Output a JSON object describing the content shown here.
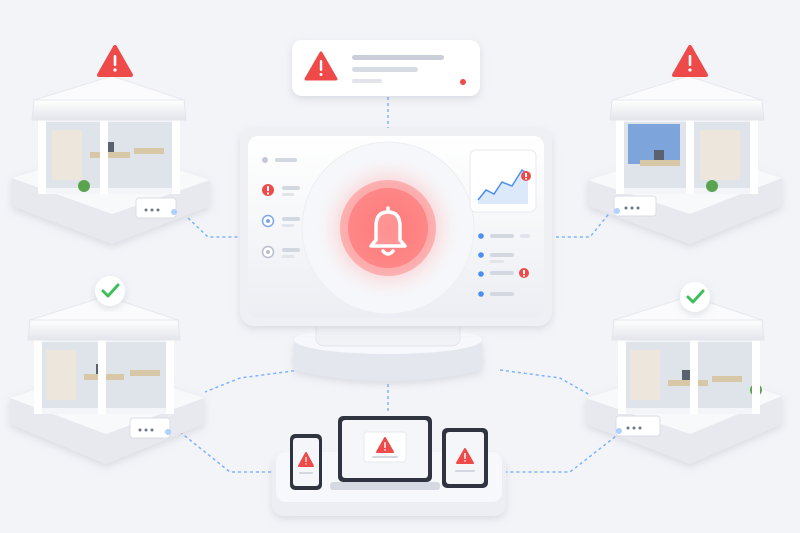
{
  "colors": {
    "background": "#f3f4f8",
    "alert": "#ef4a4a",
    "ok": "#3fbf5a",
    "info": "#4a8ff0",
    "link": "#7fb3ff",
    "panel": "#ffffff",
    "panel_shade": "#e6e8ee"
  },
  "icons": {
    "alert": "warning-triangle-icon",
    "ok": "check-circle-icon",
    "hub": "bell-icon",
    "node": "router-icon"
  },
  "notification": {
    "status": "alert",
    "icon": "warning-triangle-icon"
  },
  "dashboard": {
    "hub_icon": "bell-icon",
    "menu": [
      {
        "status": "alert"
      },
      {
        "status": "info"
      },
      {
        "status": "neutral"
      }
    ],
    "chart_status": "alert",
    "feed": [
      {
        "status": "info"
      },
      {
        "status": "alert"
      },
      {
        "status": "info"
      }
    ]
  },
  "sites": [
    {
      "id": "site-top-left",
      "status": "alert",
      "icon": "warning-triangle-icon"
    },
    {
      "id": "site-top-right",
      "status": "alert",
      "icon": "warning-triangle-icon"
    },
    {
      "id": "site-bottom-left",
      "status": "ok",
      "icon": "check-circle-icon"
    },
    {
      "id": "site-bottom-right",
      "status": "ok",
      "icon": "check-circle-icon"
    }
  ],
  "devices": [
    {
      "type": "phone",
      "status": "alert"
    },
    {
      "type": "laptop",
      "status": "alert"
    },
    {
      "type": "tablet",
      "status": "alert"
    }
  ]
}
